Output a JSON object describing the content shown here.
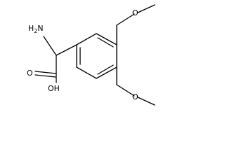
{
  "molecule": {
    "labels": {
      "amine_n": "H",
      "amine_sub": "2",
      "amine_tail": "N",
      "carbonyl_o": "O",
      "hydroxyl": "OH",
      "methoxy_top_o": "O",
      "methoxy_bottom_o": "O"
    }
  }
}
